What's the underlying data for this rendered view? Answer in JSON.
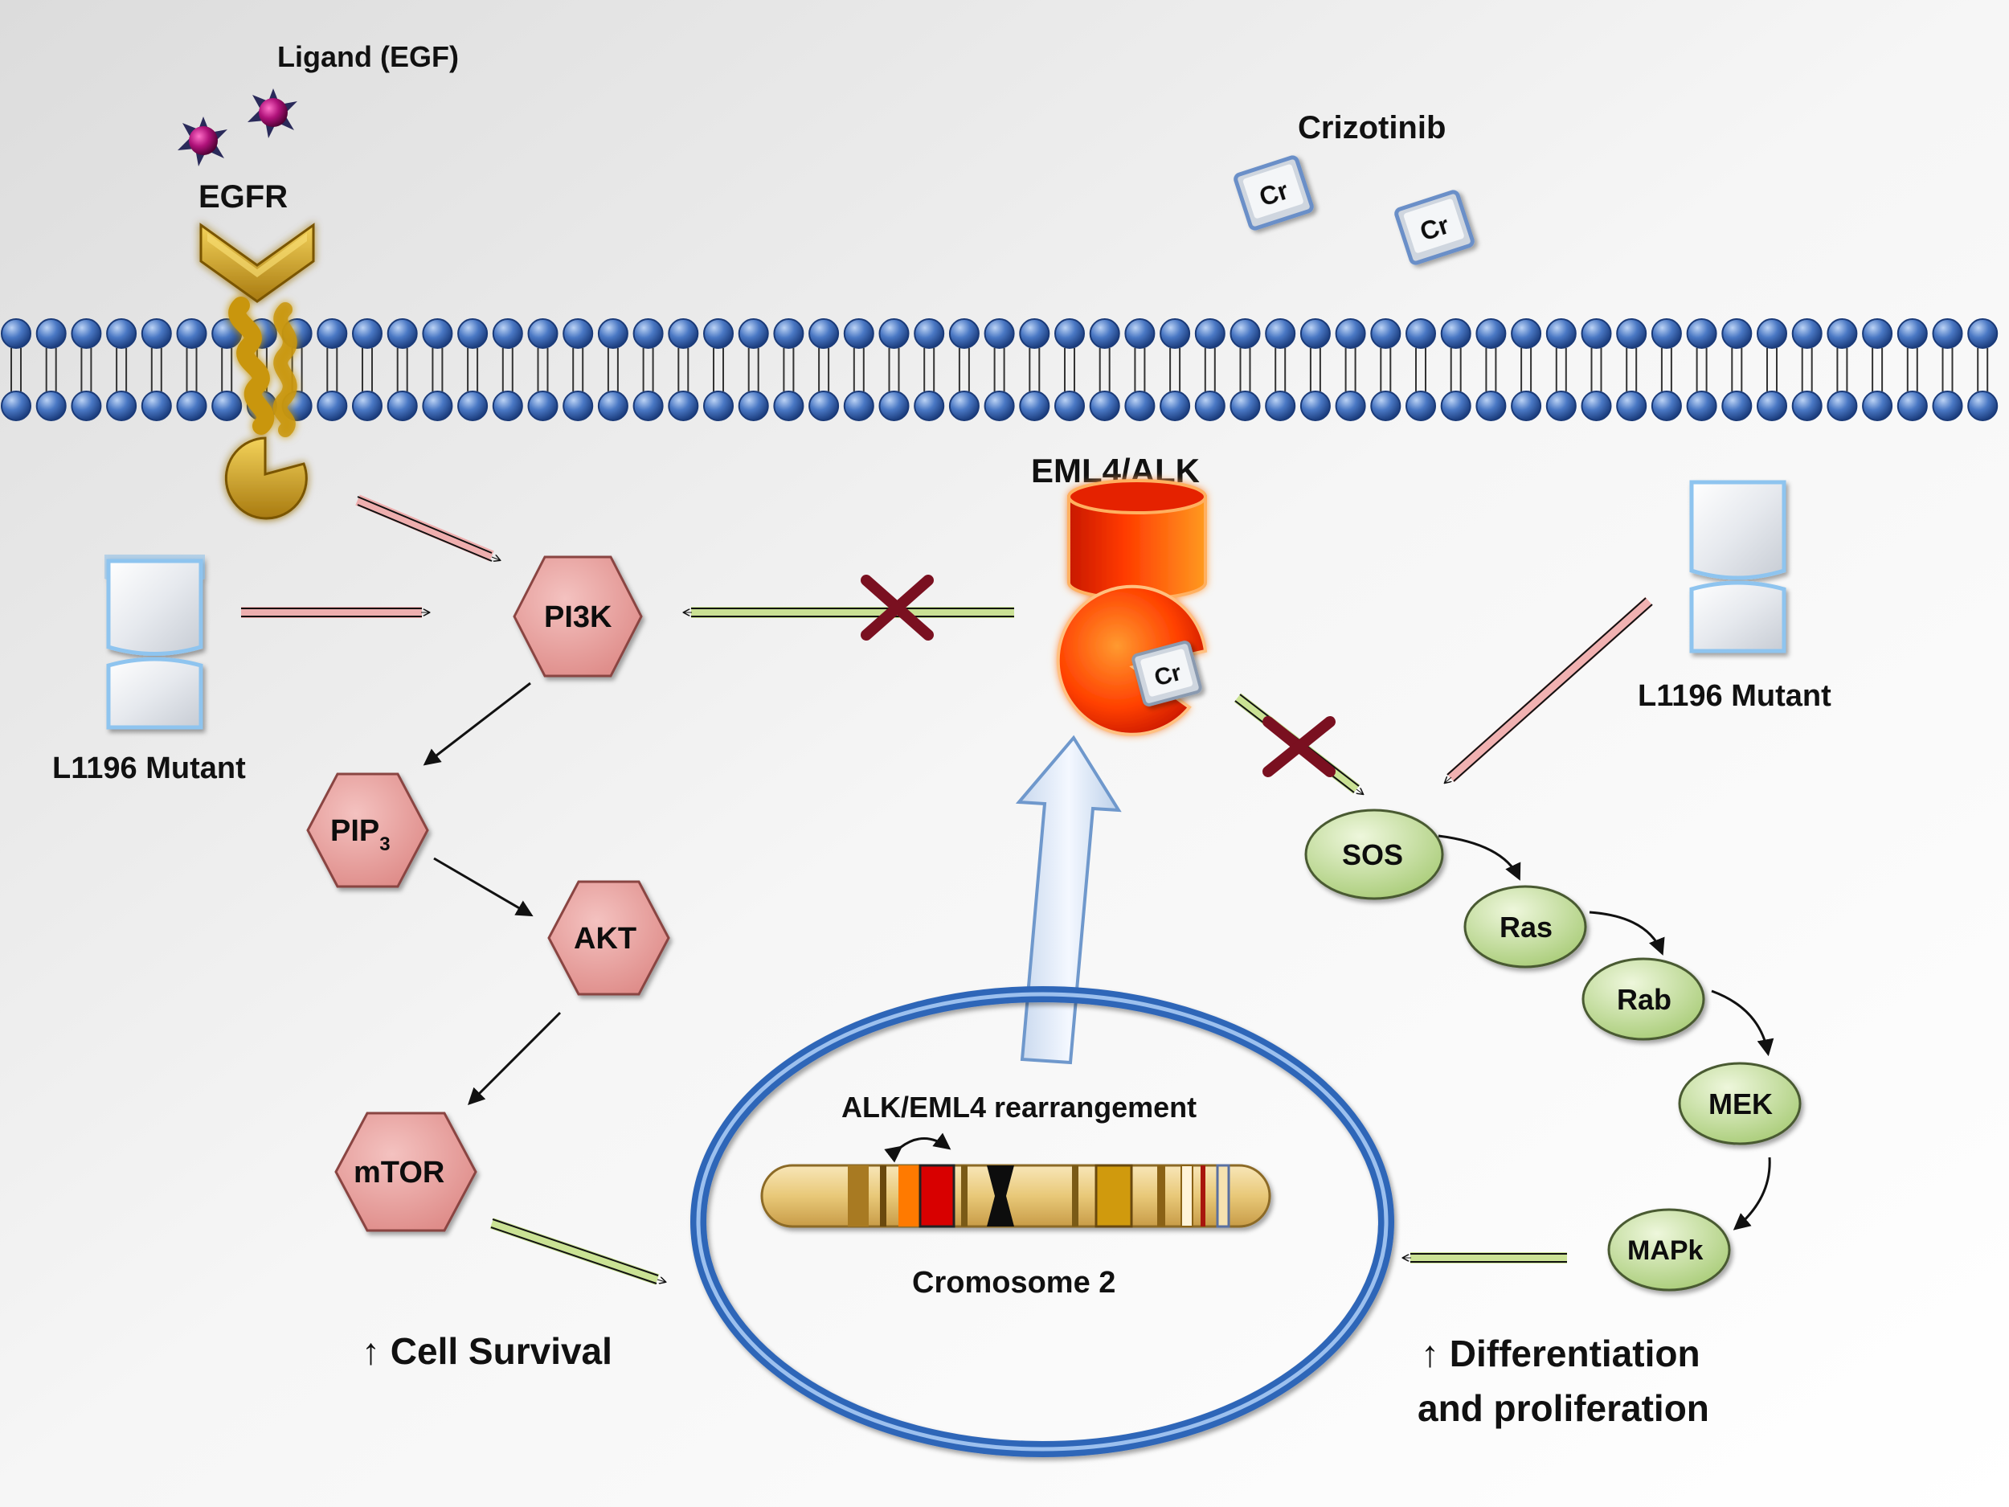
{
  "labels": {
    "ligand": "Ligand (EGF)",
    "egfr": "EGFR",
    "crizotinib": "Crizotinib",
    "cr": "Cr",
    "eml4_alk": "EML4/ALK",
    "l1196_left": "L1196 Mutant",
    "l1196_right": "L1196 Mutant",
    "rearrangement": "ALK/EML4 rearrangement",
    "chromosome": "Cromosome 2",
    "cell_survival": "↑  Cell Survival",
    "diff_line1": "↑ Differentiation",
    "diff_line2": "and proliferation"
  },
  "pi3k_pathway": {
    "pi3k": "PI3K",
    "pip": "PIP",
    "pip_sub": "3",
    "akt": "AKT",
    "mtor": "mTOR"
  },
  "mapk_pathway": {
    "sos": "SOS",
    "ras": "Ras",
    "rab": "Rab",
    "mek": "MEK",
    "mapk": "MAPk"
  },
  "colors": {
    "membrane_head": "#4a78c4",
    "hexagon": "#e89a98",
    "oval": "#c8e0a0",
    "eml4_alk": "#ff4a00",
    "egfr": "#d4a017",
    "nucleus": "#2f66b8"
  }
}
